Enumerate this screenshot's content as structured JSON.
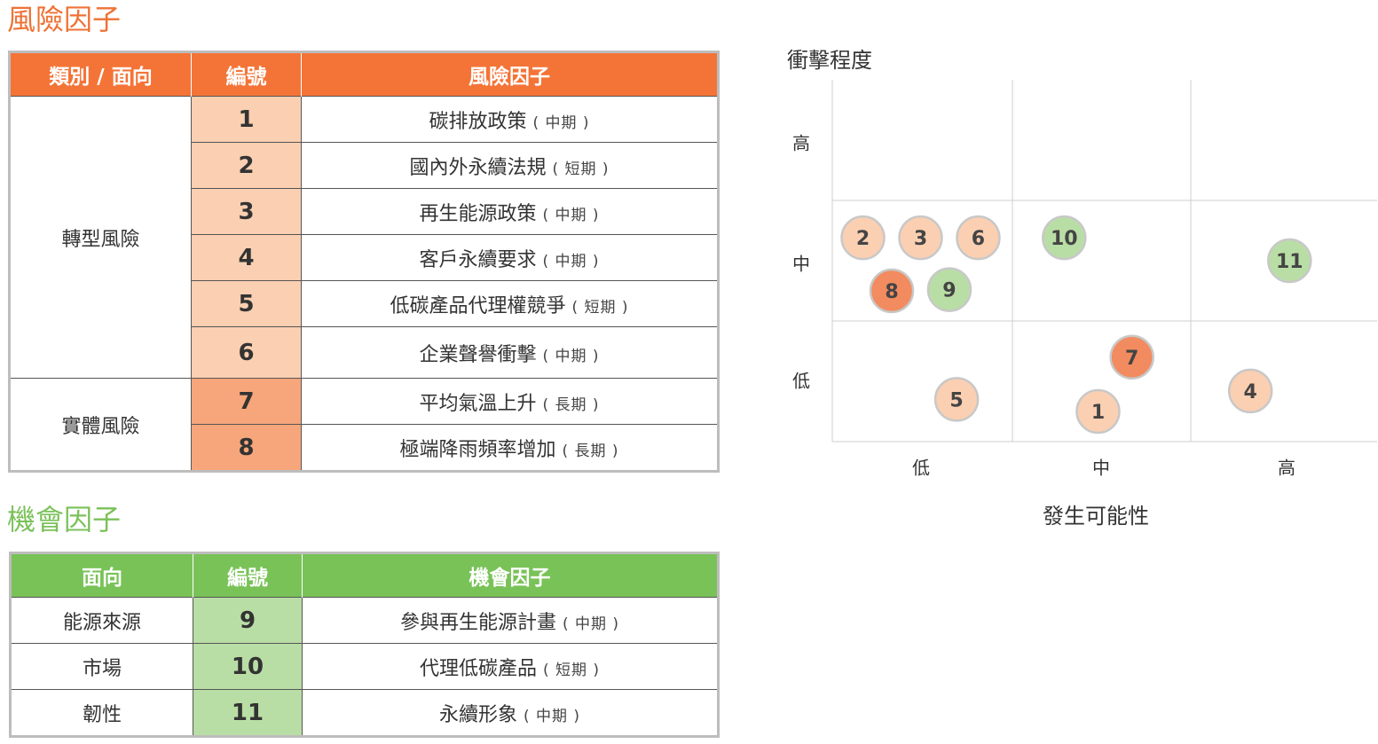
{
  "risk": {
    "title": "風險因子",
    "headers": [
      "類別 / 面向",
      "編號",
      "風險因子"
    ],
    "groups": [
      {
        "category": "轉型風險",
        "rows": [
          {
            "no": "1",
            "factor": "碳排放政策",
            "term": "( 中期 )"
          },
          {
            "no": "2",
            "factor": "國內外永續法規",
            "term": "( 短期 )"
          },
          {
            "no": "3",
            "factor": "再生能源政策",
            "term": "( 中期 )"
          },
          {
            "no": "4",
            "factor": "客戶永續要求",
            "term": "( 中期 )"
          },
          {
            "no": "5",
            "factor": "低碳產品代理權競爭",
            "term": "( 短期 )"
          },
          {
            "no": "6",
            "factor": "企業聲譽衝擊",
            "term": "( 中期 )"
          }
        ]
      },
      {
        "category": "實體風險",
        "rows": [
          {
            "no": "7",
            "factor": "平均氣溫上升",
            "term": "( 長期 )"
          },
          {
            "no": "8",
            "factor": "極端降雨頻率增加",
            "term": "( 長期 )"
          }
        ]
      }
    ]
  },
  "opportunity": {
    "title": "機會因子",
    "headers": [
      "面向",
      "編號",
      "機會因子"
    ],
    "rows": [
      {
        "aspect": "能源來源",
        "no": "9",
        "factor": "參與再生能源計畫",
        "term": "( 中期 )"
      },
      {
        "aspect": "市場",
        "no": "10",
        "factor": "代理低碳產品",
        "term": "( 短期 )"
      },
      {
        "aspect": "韌性",
        "no": "11",
        "factor": "永續形象",
        "term": "( 中期 )"
      }
    ]
  },
  "matrix": {
    "y_title": "衝擊程度",
    "x_title": "發生可能性",
    "y_ticks": [
      "高",
      "中",
      "低"
    ],
    "x_ticks": [
      "低",
      "中",
      "高"
    ],
    "colors": {
      "light": "#fbcfb1",
      "dark": "#f28b5f",
      "green": "#b9dea5",
      "border": "#c8c8c8",
      "grid": "#cfcfcf"
    },
    "points": [
      {
        "label": "2",
        "x": 0.17,
        "y": 1.69,
        "style": "light"
      },
      {
        "label": "3",
        "x": 0.49,
        "y": 1.69,
        "style": "light"
      },
      {
        "label": "6",
        "x": 0.81,
        "y": 1.69,
        "style": "light"
      },
      {
        "label": "8",
        "x": 0.33,
        "y": 1.25,
        "style": "dark"
      },
      {
        "label": "9",
        "x": 0.65,
        "y": 1.26,
        "style": "green"
      },
      {
        "label": "10",
        "x": 1.29,
        "y": 1.69,
        "style": "green"
      },
      {
        "label": "11",
        "x": 2.53,
        "y": 1.5,
        "style": "green"
      },
      {
        "label": "7",
        "x": 1.67,
        "y": 0.7,
        "style": "dark"
      },
      {
        "label": "4",
        "x": 2.32,
        "y": 0.42,
        "style": "light"
      },
      {
        "label": "5",
        "x": 0.69,
        "y": 0.35,
        "style": "light"
      },
      {
        "label": "1",
        "x": 1.48,
        "y": 0.25,
        "style": "light"
      }
    ]
  }
}
